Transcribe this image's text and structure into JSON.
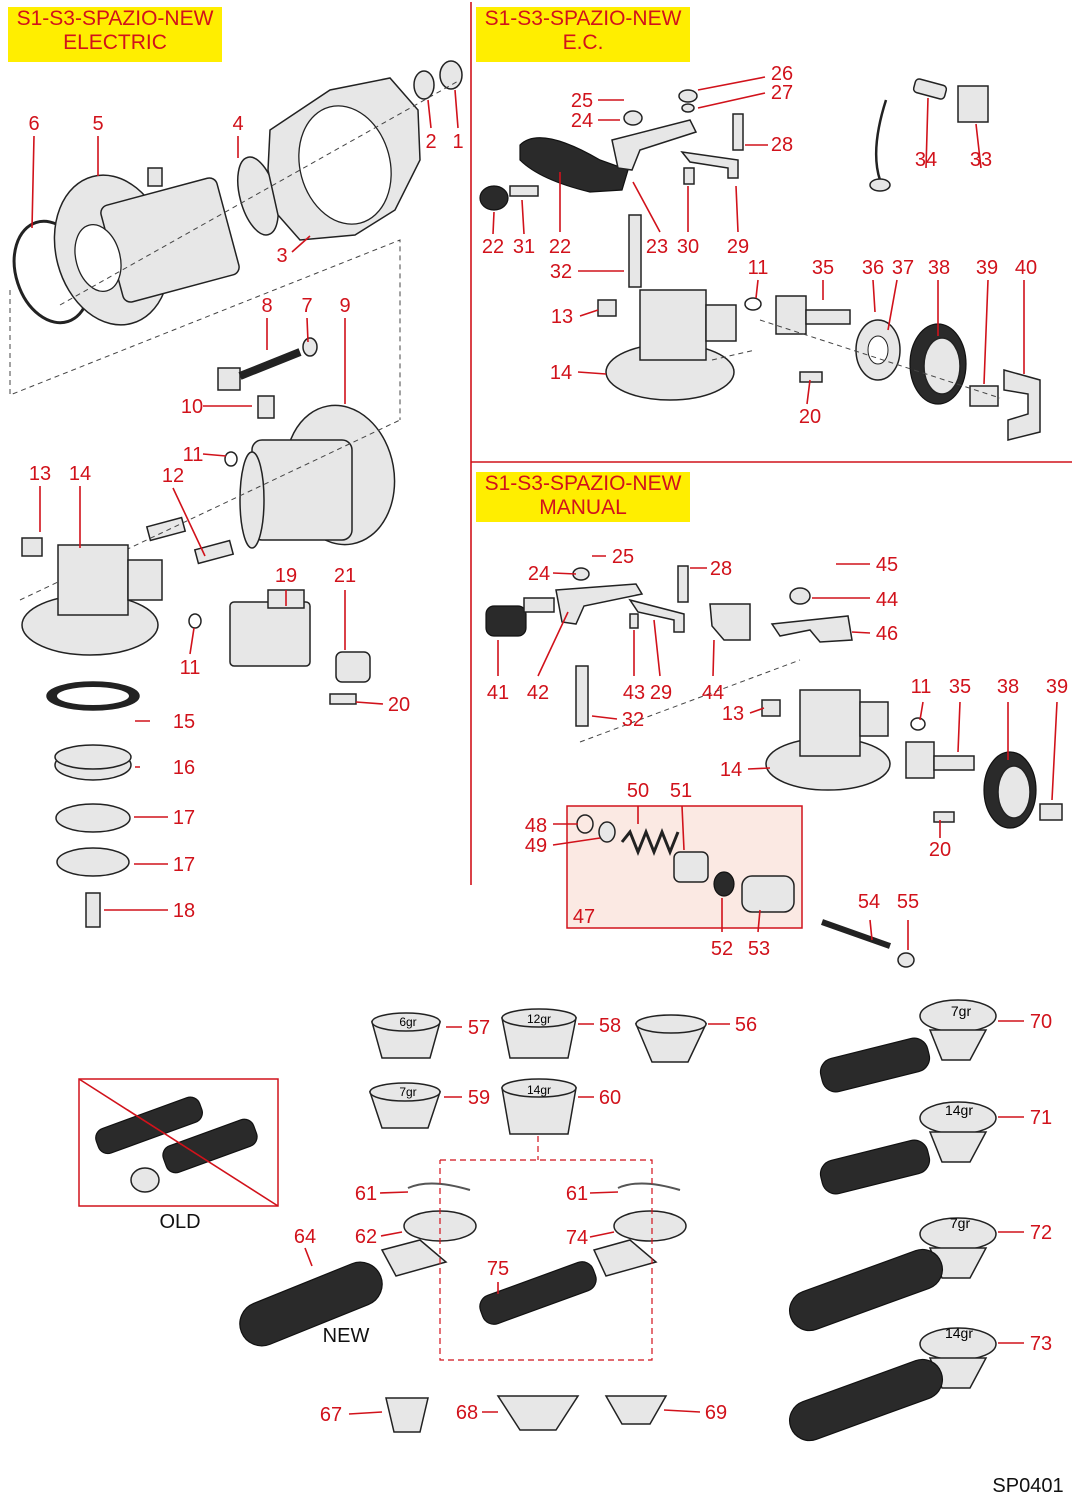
{
  "sections": {
    "electric": {
      "line1": "S1-S3-SPAZIO-NEW",
      "line2": "ELECTRIC"
    },
    "ec": {
      "line1": "S1-S3-SPAZIO-NEW",
      "line2": "E.C."
    },
    "manual": {
      "line1": "S1-S3-SPAZIO-NEW",
      "line2": "MANUAL"
    }
  },
  "basket_labels": [
    "6gr",
    "12gr",
    "7gr",
    "14gr"
  ],
  "portafilter_labels": [
    "7gr",
    "14gr",
    "7gr",
    "14gr"
  ],
  "text_labels": {
    "old": "OLD",
    "new": "NEW",
    "code": "SP0401"
  },
  "callouts": {
    "electric": [
      "1",
      "2",
      "3",
      "4",
      "5",
      "6",
      "7",
      "8",
      "9",
      "10",
      "11",
      "12",
      "13",
      "14",
      "11",
      "19",
      "21",
      "20",
      "15",
      "16",
      "17",
      "17",
      "18"
    ],
    "ec": [
      "25",
      "24",
      "26",
      "27",
      "28",
      "22",
      "31",
      "22",
      "23",
      "30",
      "29",
      "32",
      "34",
      "33",
      "11",
      "35",
      "36",
      "37",
      "38",
      "39",
      "40",
      "13",
      "14",
      "20"
    ],
    "manual": [
      "25",
      "24",
      "28",
      "45",
      "44",
      "46",
      "41",
      "42",
      "43",
      "29",
      "44",
      "32",
      "13",
      "11",
      "35",
      "38",
      "39",
      "14",
      "20",
      "50",
      "51",
      "48",
      "49",
      "47",
      "52",
      "53",
      "54",
      "55"
    ],
    "bottom": [
      "57",
      "58",
      "56",
      "59",
      "60",
      "70",
      "71",
      "61",
      "61",
      "62",
      "74",
      "64",
      "75",
      "72",
      "73",
      "67",
      "68",
      "69"
    ]
  },
  "colors": {
    "accent": "#d1121b",
    "highlight": "#ffee00",
    "panel": "#fbe9e3"
  }
}
